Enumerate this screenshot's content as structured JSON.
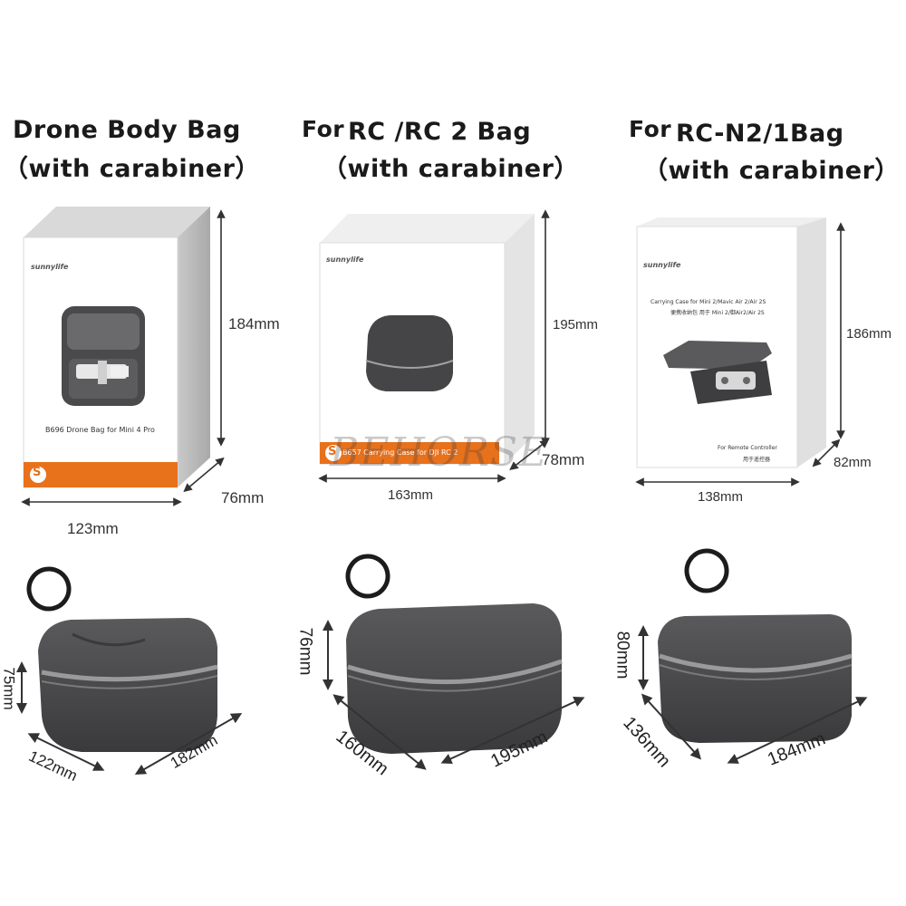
{
  "titles": {
    "col1_line1": "Drone Body Bag",
    "col1_line2": "（with carabiner）",
    "col2_prefix": "For",
    "col2_line1": "RC /RC 2 Bag",
    "col2_line2": "（with carabiner）",
    "col3_prefix": "For",
    "col3_line1": "RC-N2/1Bag",
    "col3_line2": "（with carabiner）"
  },
  "boxes": [
    {
      "brand": "sunnylife",
      "label": "B696 Drone Bag for Mini 4 Pro",
      "badge": "S",
      "height_dim": "184mm",
      "depth_dim": "76mm",
      "width_dim": "123mm",
      "accent": "#e8711c"
    },
    {
      "brand": "sunnylife",
      "label": "B657 Carrying Case for DJI RC 2",
      "badge": "S",
      "height_dim": "195mm",
      "depth_dim": "78mm",
      "width_dim": "163mm",
      "accent": "#e8711c"
    },
    {
      "brand": "sunnylife",
      "label_line1": "Carrying Case for Mini 2/Mavic Air 2/Air 2S",
      "label_line2": "便携收纳包 用于 Mini 2/御Air2/Air 2S",
      "footer_line1": "For Remote Controller",
      "footer_line2": "用于遥控器",
      "height_dim": "186mm",
      "depth_dim": "82mm",
      "width_dim": "138mm"
    }
  ],
  "cases": [
    {
      "height_dim": "75mm",
      "depth_dim": "122mm",
      "width_dim": "182mm"
    },
    {
      "height_dim": "76mm",
      "depth_dim": "160mm",
      "width_dim": "195mm"
    },
    {
      "height_dim": "80mm",
      "depth_dim": "136mm",
      "width_dim": "184mm"
    }
  ],
  "watermark": "BEHORSE",
  "colors": {
    "case_fabric": "#4a4a4c",
    "zipper": "#9a9a9a",
    "carabiner": "#1c1c1c",
    "arrow": "#333333"
  }
}
